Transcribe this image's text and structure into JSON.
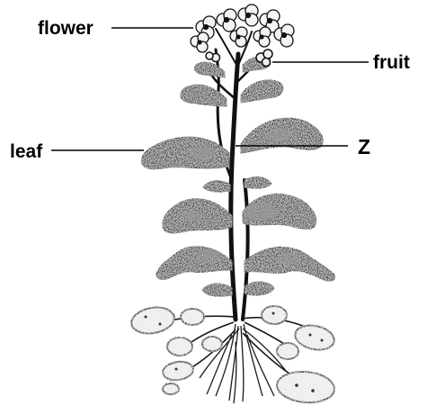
{
  "labels": {
    "flower": "flower",
    "fruit": "fruit",
    "leaf": "leaf",
    "z": "Z"
  },
  "colors": {
    "ink": "#000000",
    "leaf_fill": "#2b2b2b",
    "leaf_highlight": "#9a9a9a",
    "tuber_fill": "#e8e8e8",
    "background": "#ffffff"
  }
}
